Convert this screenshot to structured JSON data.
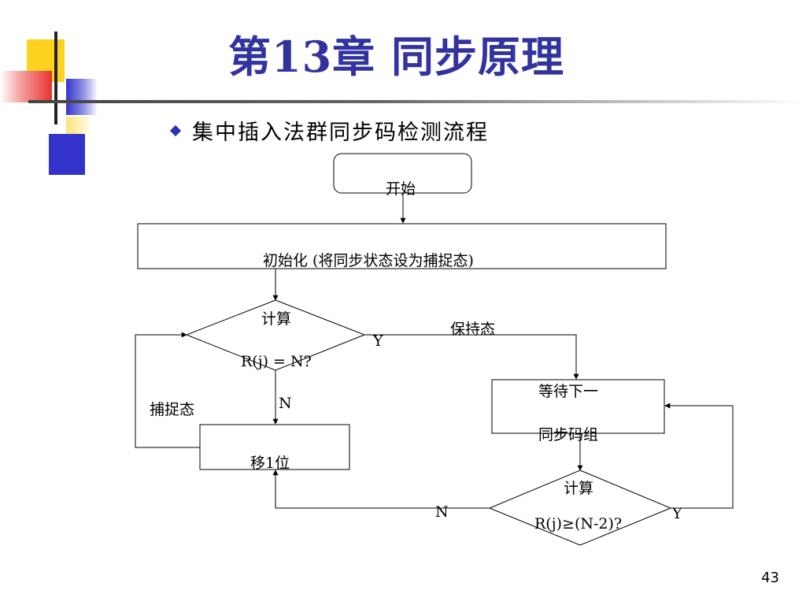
{
  "slide": {
    "title": "第13章 同步原理",
    "bullet": "集中插入法群同步码检测流程",
    "page_number": "43"
  },
  "flow": {
    "start": "开始",
    "init": "初始化 (将同步状态设为捕捉态)",
    "decision1_line1": "计算",
    "decision1_line2": "R(j) = N?",
    "yes1": "Y",
    "keep_state": "保持态",
    "no1": "N",
    "capture_state": "捕捉态",
    "shift_line": "移1位",
    "wait_line1": "等待下一",
    "wait_line2": "同步码组",
    "decision2_line1": "计算",
    "decision2_line2": "R(j)≥(N-2)?",
    "no2": "N",
    "yes2": "Y"
  },
  "colors": {
    "title": "#3333a0",
    "yellow": "#ffd21f",
    "blue": "#3333cc",
    "red": "#e8322e"
  }
}
